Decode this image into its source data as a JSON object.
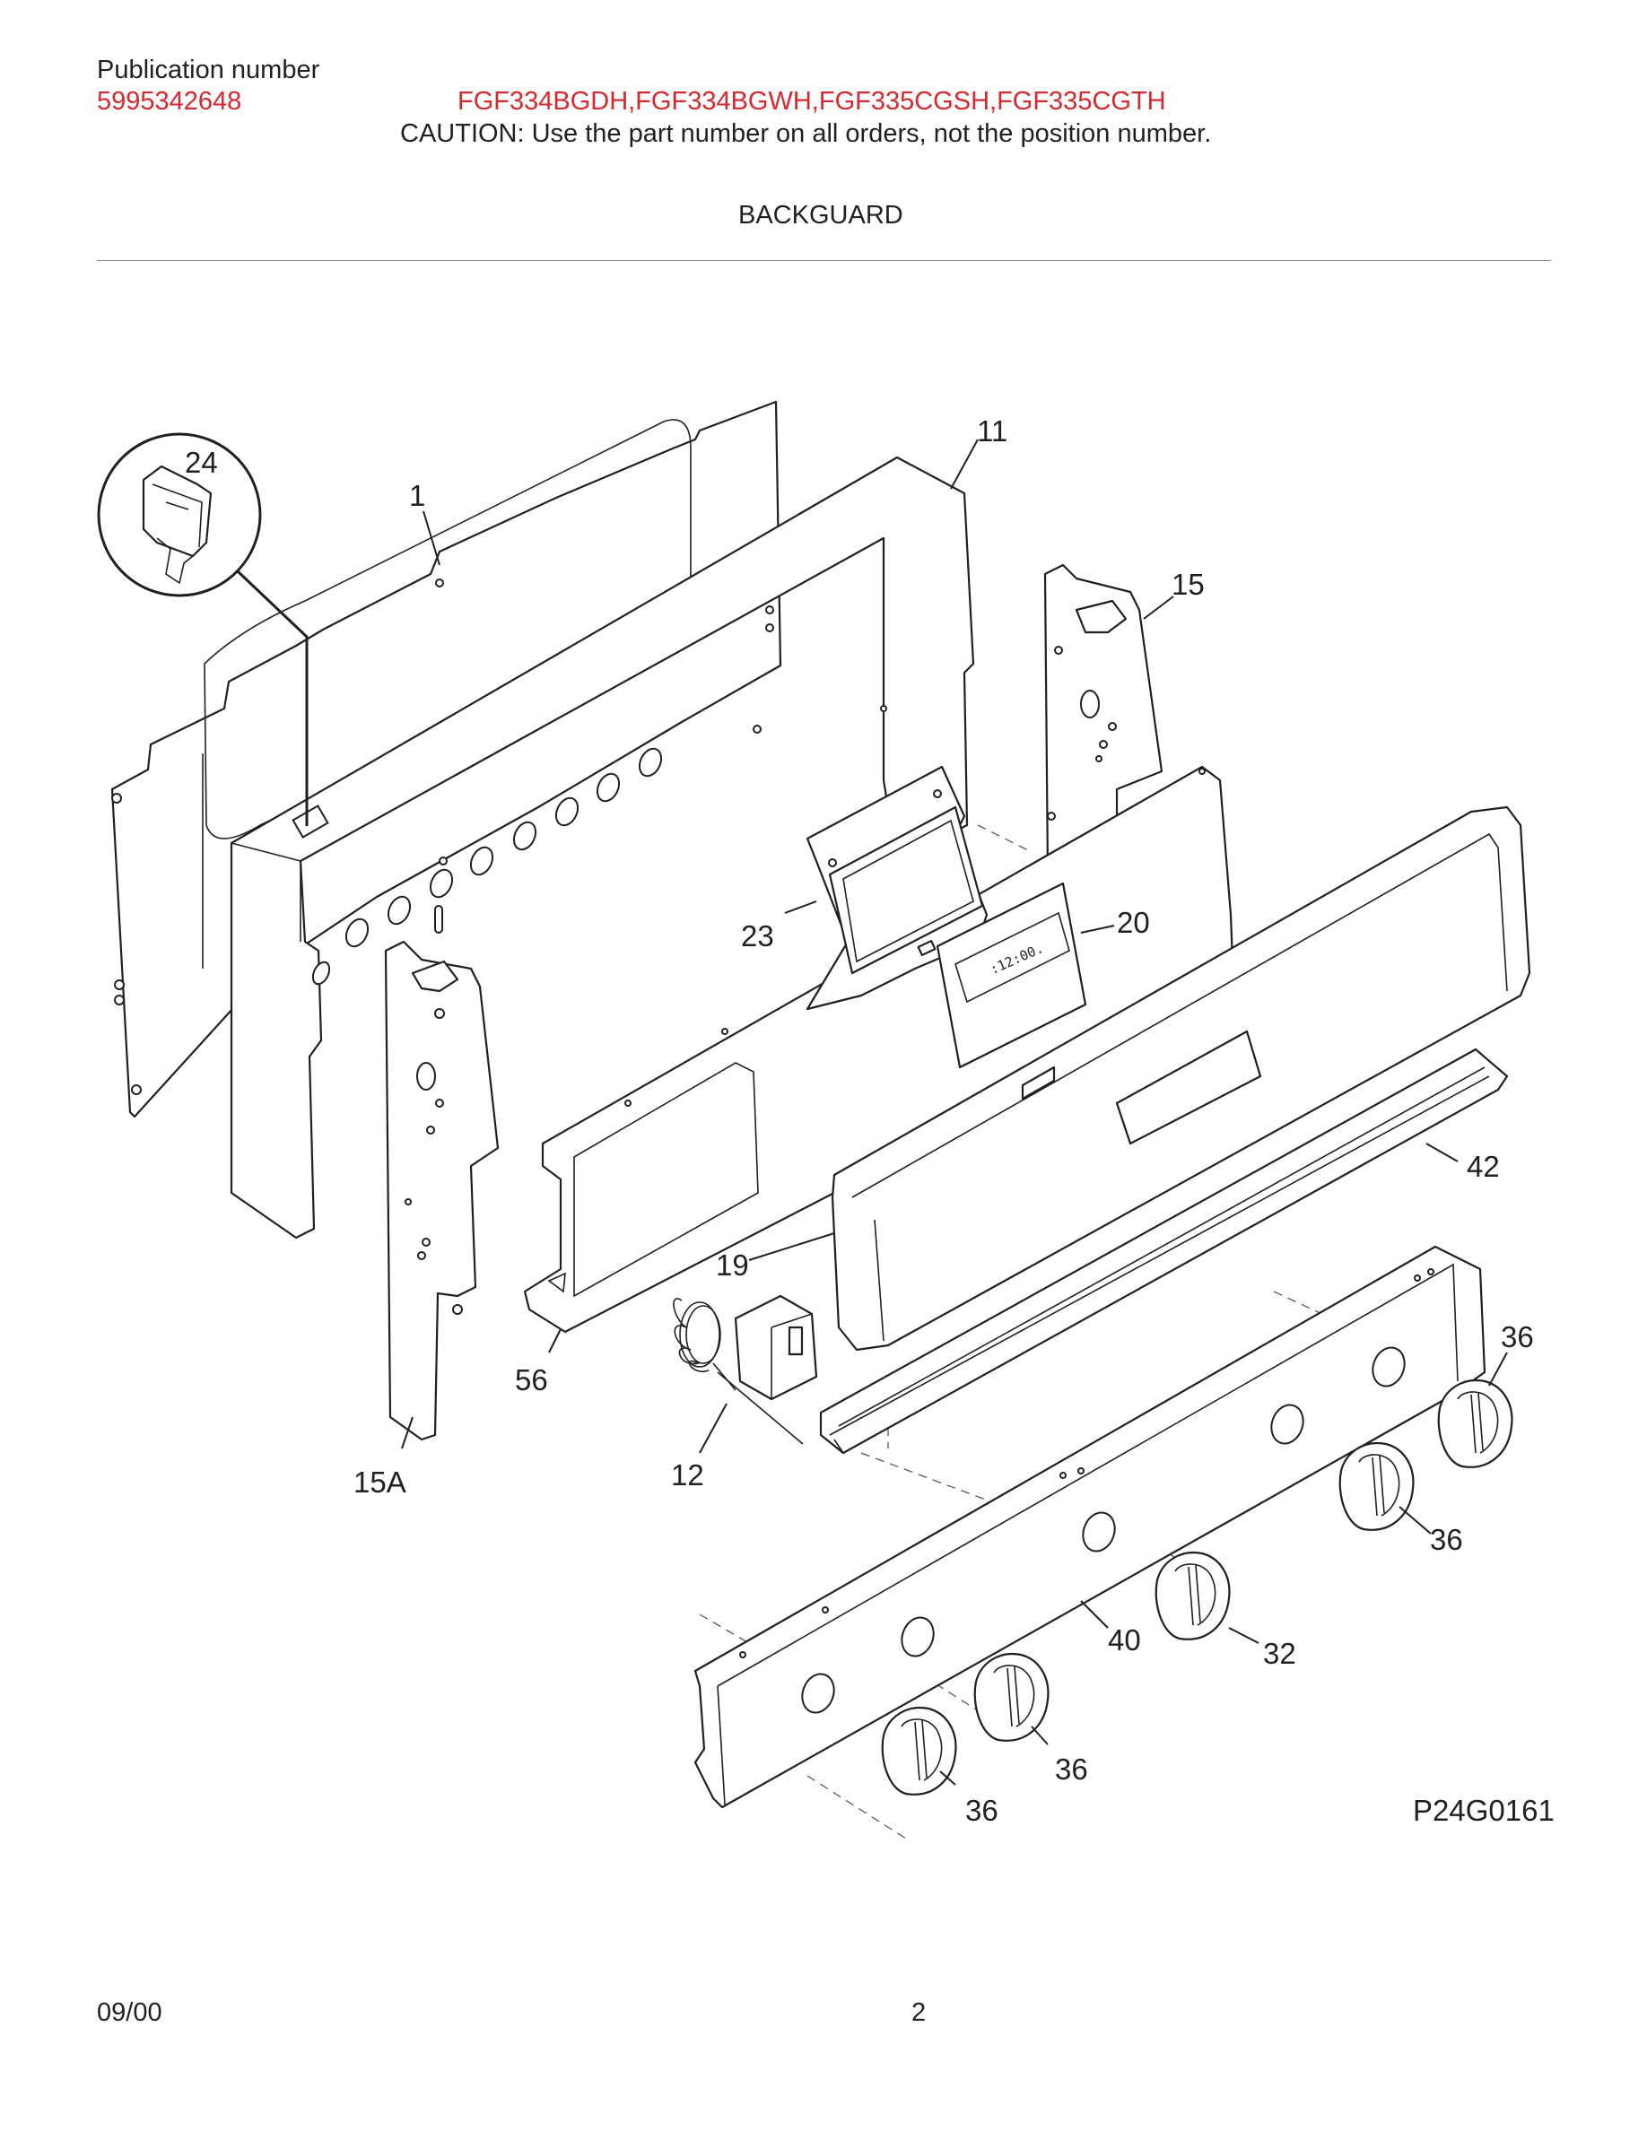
{
  "header": {
    "publication_label": "Publication number",
    "publication_number": "5995342648",
    "models": "FGF334BGDH,FGF334BGWH,FGF335CGSH,FGF335CGTH",
    "caution": "CAUTION:  Use the part number on all orders, not the position number.",
    "section_title": "BACKGUARD"
  },
  "diagram": {
    "drawing_code": "P24G0161",
    "callouts": {
      "c1": "1",
      "c11": "11",
      "c12": "12",
      "c15": "15",
      "c15a": "15A",
      "c19": "19",
      "c20": "20",
      "c23": "23",
      "c24": "24",
      "c32": "32",
      "c36a": "36",
      "c36b": "36",
      "c36c": "36",
      "c36d": "36",
      "c40": "40",
      "c42": "42",
      "c56": "56"
    },
    "clock_display": ":12:00."
  },
  "footer": {
    "date": "09/00",
    "page": "2"
  },
  "colors": {
    "accent_red": "#d6282f",
    "text": "#231f20",
    "rule": "#8a8a8a"
  }
}
